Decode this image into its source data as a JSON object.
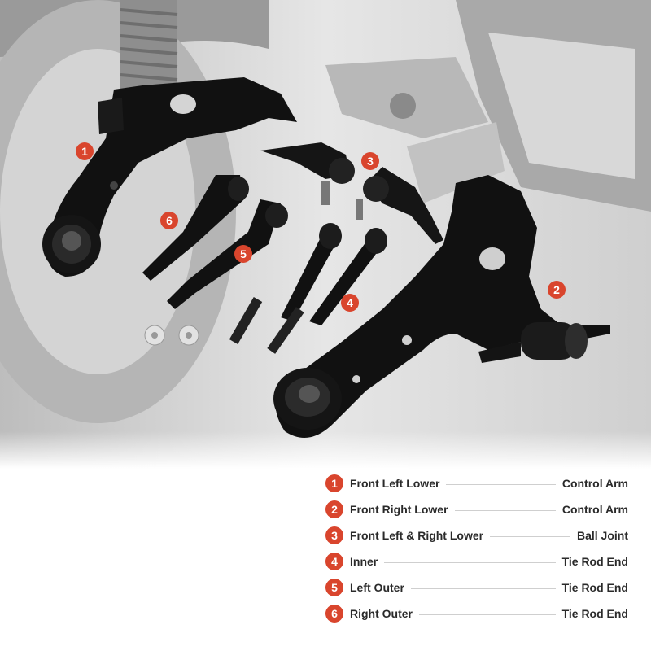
{
  "colors": {
    "badge": "#d9452d",
    "part_black": "#111111",
    "background_gray": "#c8c8c8"
  },
  "callouts": [
    "1",
    "2",
    "3",
    "4",
    "5",
    "6"
  ],
  "legend": [
    {
      "num": "1",
      "name": "Front Left Lower",
      "part": "Control Arm"
    },
    {
      "num": "2",
      "name": "Front Right Lower",
      "part": "Control Arm"
    },
    {
      "num": "3",
      "name": "Front Left & Right Lower",
      "part": "Ball Joint"
    },
    {
      "num": "4",
      "name": "Inner",
      "part": "Tie Rod End"
    },
    {
      "num": "5",
      "name": "Left Outer",
      "part": "Tie Rod End"
    },
    {
      "num": "6",
      "name": "Right Outer",
      "part": "Tie Rod End"
    }
  ]
}
